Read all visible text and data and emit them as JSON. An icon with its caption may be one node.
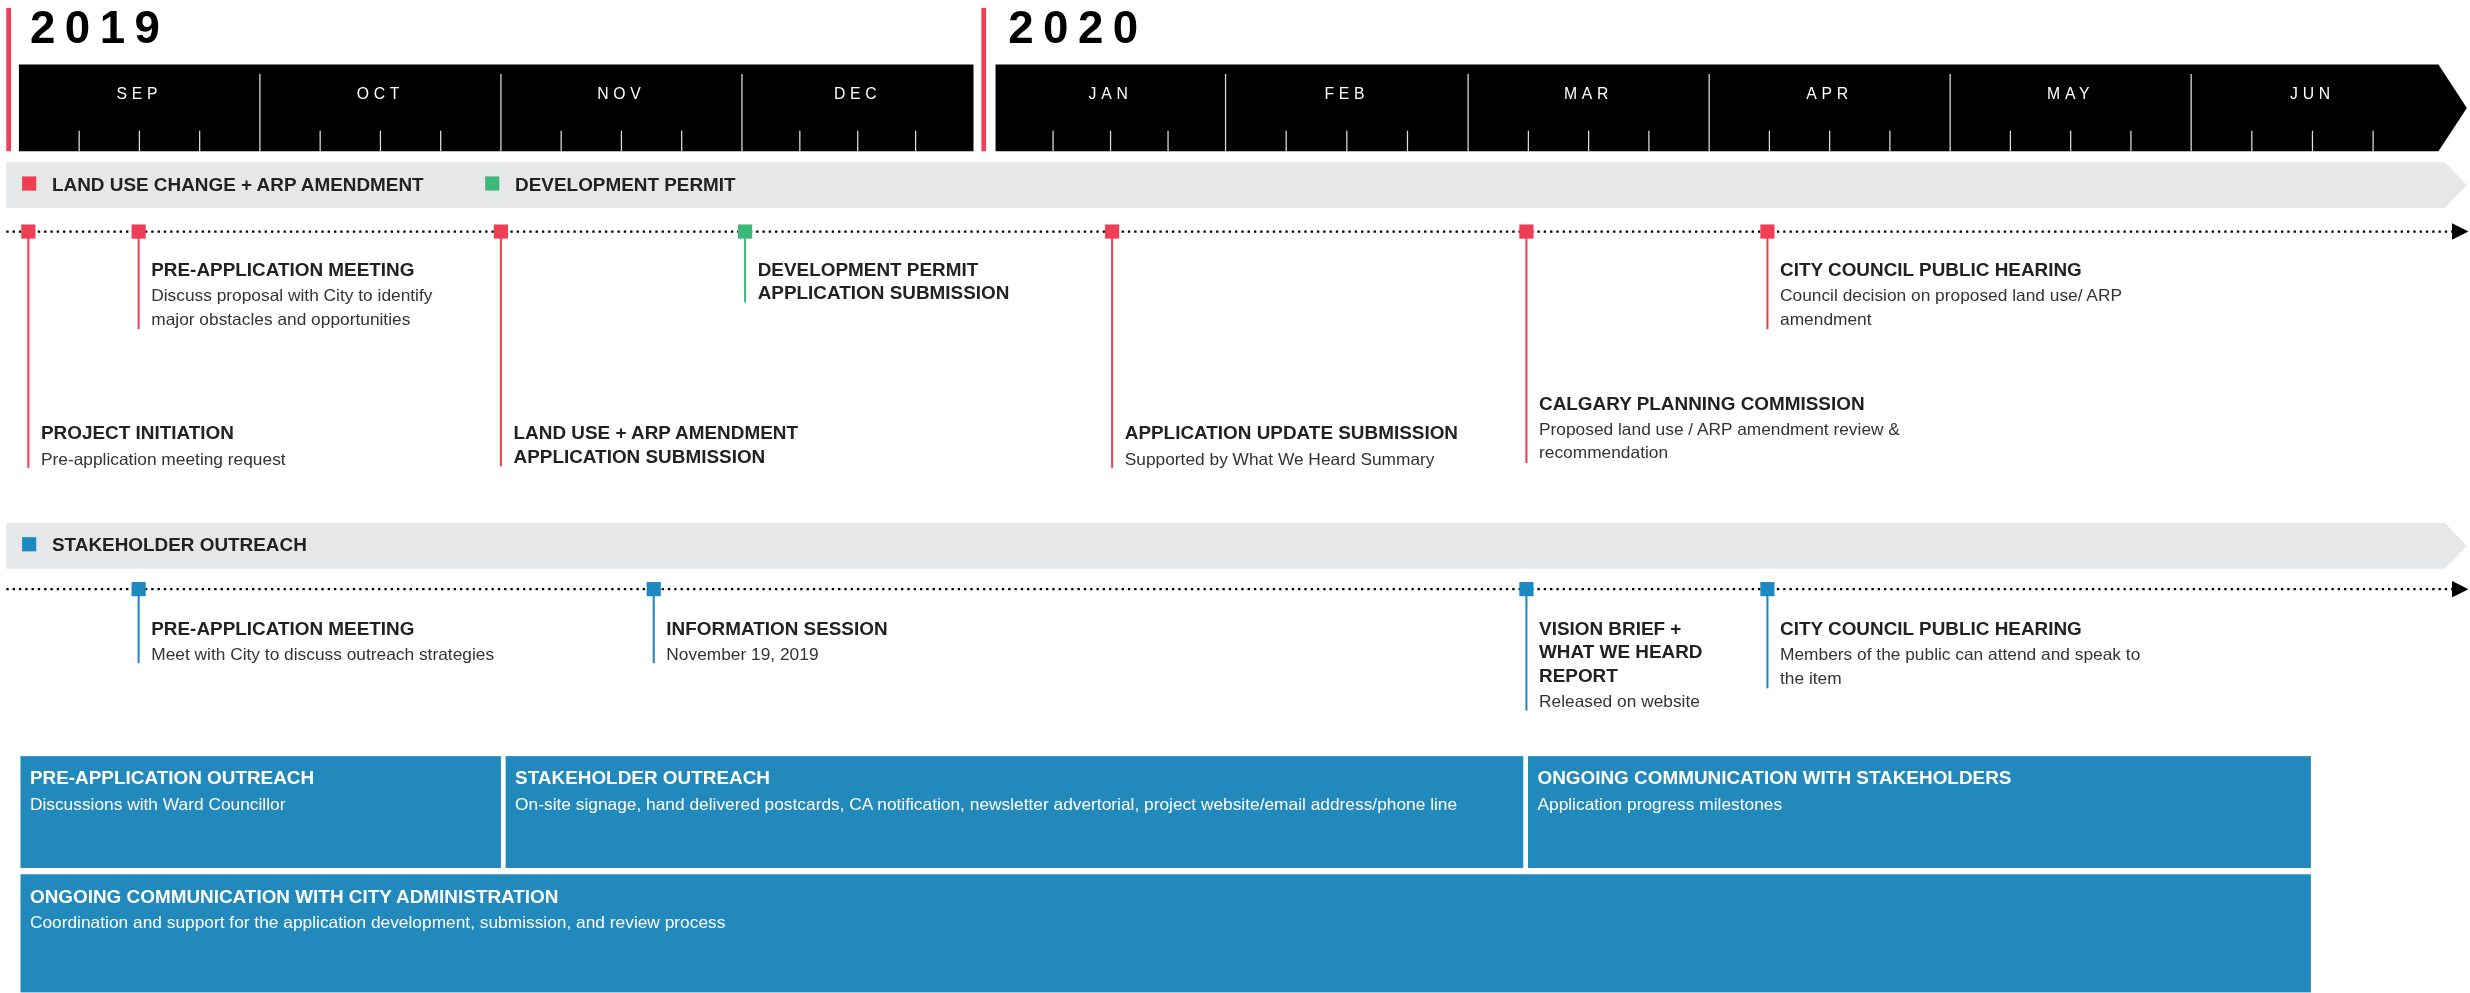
{
  "diagram": {
    "nodes": [
      {
        "text": [
          "PRE-APPLICATION OUTREACH",
          "Discussions with Ward Councillor"
        ]
      },
      {
        "text": [
          "STAKEHOLDER OUTREACH",
          "On-site signage, hand delivered postcards, CA notification, newsletter advertorial, project website/email address/phone line"
        ]
      },
      {
        "text": [
          "ONGOING COMMUNICATION WITH STAKEHOLDERS",
          "Application progress milestones"
        ]
      },
      {
        "text": [
          "ONGOING COMMUNICATION WITH CITY ADMINISTRATION",
          "Coordination and support for the application development, submission, and review process"
        ]
      }
    ],
    "edges": [],
    "labels": [
      "2019",
      "2020",
      "SEP",
      "OCT",
      "NOV",
      "DEC",
      "JAN",
      "FEB",
      "MAR",
      "APR",
      "MAY",
      "JUN",
      "PROJECT INITIATION",
      "Pre-application meeting request",
      "PRE-APPLICATION MEETING",
      "Discuss proposal with City to identify major obstacles and opportunities",
      "LAND USE + ARP AMENDMENT APPLICATION SUBMISSION",
      "DEVELOPMENT PERMIT APPLICATION SUBMISSION",
      "APPLICATION UPDATE SUBMISSION",
      "Supported by What We Heard Summary",
      "CALGARY PLANNING COMMISSION",
      "Proposed land use / ARP amendment review & recommendation",
      "CITY COUNCIL PUBLIC HEARING",
      "Council decision on proposed land use/ ARP amendment",
      "PRE-APPLICATION MEETING",
      "Meet with City to discuss outreach strategies",
      "INFORMATION SESSION",
      "November 19, 2019",
      "VISION BRIEF + WHAT WE HEARD REPORT",
      "Released on website",
      "CITY COUNCIL PUBLIC HEARING",
      "Members of the public can attend and speak to the item"
    ],
    "legend": [
      {
        "text": "LAND USE CHANGE + ARP AMENDMENT",
        "color": "#ef3e55"
      },
      {
        "text": "DEVELOPMENT PERMIT",
        "color": "#3cb878"
      },
      {
        "text": "STAKEHOLDER OUTREACH",
        "color": "#1c8ac0"
      }
    ]
  }
}
